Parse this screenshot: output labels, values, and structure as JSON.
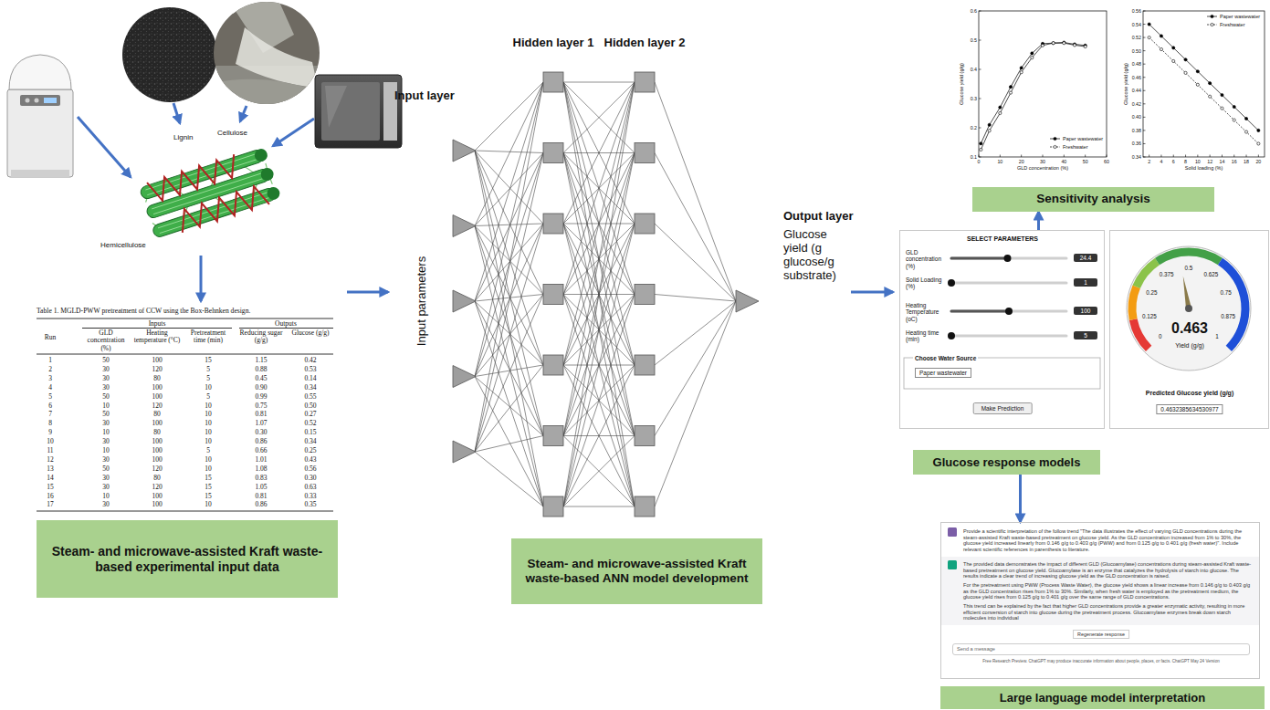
{
  "diagram": {
    "nodes": [
      {
        "text": [
          "Steam- and microwave-assisted Kraft waste-based experimental input data"
        ]
      },
      {
        "text": [
          "Steam- and microwave-assisted Kraft waste-based ANN model development"
        ]
      },
      {
        "text": [
          "Sensitivity analysis"
        ]
      },
      {
        "text": [
          "SELECT PARAMETERS",
          "GLD concentration (%)",
          "24.4",
          "Solid Loading (%)",
          "1",
          "Heating Temperature (oC)",
          "100",
          "Heating time (min)",
          "5",
          "Choose Water Source",
          "Paper wastewater",
          "Make Prediction"
        ]
      },
      {
        "text": [
          "0.463",
          "Yield (g/g)",
          "Predicted Glucose yield (g/g)",
          "0.4632385634530977"
        ]
      },
      {
        "text": [
          "Glucose response models"
        ]
      },
      {
        "text": [
          "Provide a scientific interpretation of the follow trend \"The data illustrates the effect of varying GLD concentrations during the steam-assisted Kraft waste-based pretreatment on glucose yield. As the GLD concentration increased from 1% to 30%, the glucose yield increased linearly from 0.146 g/g to 0.403 g/g (PWW) and from 0.125 g/g to 0.401 g/g (fresh water)\". Include relevant scientific references in parenthesis to literature.",
          "The provided data demonstrates the impact of different GLD (Glucoamylase) concentrations during steam-assisted Kraft waste-based pretreatment on glucose yield. Glucoamylase is an enzyme that catalyzes the hydrolysis of starch into glucose. The results indicate a clear trend of increasing glucose yield as the GLD concentration is raised.",
          "For the pretreatment using PWW (Process Waste Water), the glucose yield shows a linear increase from 0.146 g/g to 0.403 g/g as the GLD concentration rises from 1% to 30%. Similarly, when fresh water is employed as the pretreatment medium, the glucose yield rises from 0.125 g/g to 0.401 g/g over the same range of GLD concentrations.",
          "This trend can be explained by the fact that higher GLD concentrations provide a greater enzymatic activity, resulting in more efficient conversion of starch into glucose during the pretreatment process. Glucoamylase enzymes break down starch molecules into individual",
          "Regenerate response",
          "Send a message",
          "Free Research Preview. ChatGPT may produce inaccurate information about people, places, or facts. ChatGPT May 24 Version"
        ]
      },
      {
        "text": [
          "Large language model interpretation"
        ]
      }
    ],
    "edges": [
      {
        "from": 3,
        "to": 2,
        "arrow": "to"
      },
      {
        "from": 5,
        "to": 6,
        "arrow": "to"
      }
    ],
    "labels": [
      "Lignin",
      "Cellulose",
      "Hemicellulose",
      "Table 1. MGLD-PWW pretreatment of CCW using the Box-Behnken design.",
      "Run",
      "Inputs",
      "Outputs",
      "GLD concentration (%)",
      "Heating temperature (°C)",
      "Pretreatment time (min)",
      "Reducing sugar (g/g)",
      "Glucose (g/g)",
      "1",
      "50",
      "100",
      "15",
      "1.15",
      "0.42",
      "2",
      "30",
      "120",
      "5",
      "0.88",
      "0.53",
      "3",
      "30",
      "80",
      "5",
      "0.45",
      "0.14",
      "4",
      "30",
      "100",
      "10",
      "0.90",
      "0.34",
      "5",
      "50",
      "100",
      "5",
      "0.99",
      "0.55",
      "6",
      "10",
      "120",
      "10",
      "0.75",
      "0.50",
      "7",
      "50",
      "80",
      "10",
      "0.81",
      "0.27",
      "8",
      "30",
      "100",
      "10",
      "1.07",
      "0.52",
      "9",
      "10",
      "80",
      "10",
      "0.30",
      "0.15",
      "10",
      "30",
      "100",
      "10",
      "0.86",
      "0.34",
      "11",
      "10",
      "100",
      "5",
      "0.66",
      "0.25",
      "12",
      "30",
      "100",
      "10",
      "1.01",
      "0.43",
      "13",
      "50",
      "120",
      "10",
      "1.08",
      "0.56",
      "14",
      "30",
      "80",
      "15",
      "0.83",
      "0.30",
      "15",
      "30",
      "120",
      "15",
      "1.05",
      "0.63",
      "16",
      "10",
      "100",
      "15",
      "0.81",
      "0.33",
      "17",
      "30",
      "100",
      "10",
      "0.86",
      "0.35",
      "Hidden layer 1",
      "Hidden layer 2",
      "Input layer",
      "Input parameters",
      "Output layer",
      "Glucose yield (g glucose/g substrate)",
      "Glucose yield (g/g)",
      "0.1",
      "0.2",
      "0.3",
      "0.4",
      "0.5",
      "0.6",
      "0",
      "10",
      "20",
      "30",
      "40",
      "50",
      "60",
      "GLD concentration (%)",
      "Glucose yield (g/g)",
      "0.34",
      "0.36",
      "0.38",
      "0.40",
      "0.42",
      "0.44",
      "0.46",
      "0.48",
      "0.50",
      "0.52",
      "0.54",
      "0.56",
      "2",
      "4",
      "6",
      "8",
      "10",
      "12",
      "14",
      "16",
      "18",
      "20",
      "Solid loading (%)",
      "0",
      "0.125",
      "0.25",
      "0.375",
      "0.5",
      "0.625",
      "0.75",
      "0.875",
      "1"
    ],
    "legend": [
      {
        "text": "Paper wastewater"
      },
      {
        "text": "Freshwater"
      },
      {
        "text": "Paper wastewater"
      },
      {
        "text": "Freshwater"
      }
    ]
  }
}
